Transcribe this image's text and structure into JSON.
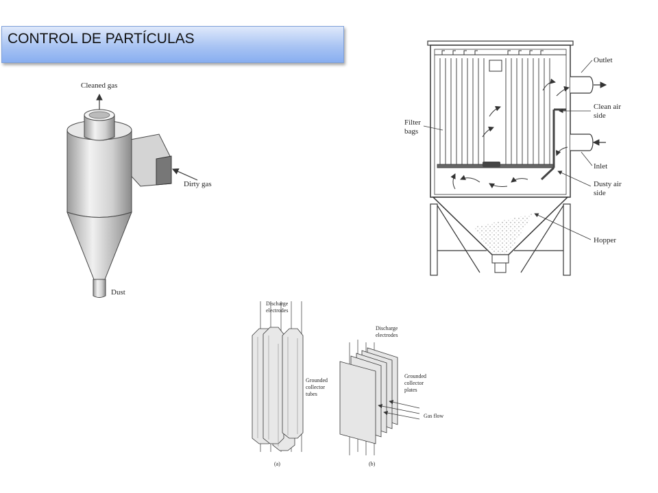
{
  "slide": {
    "title": "CONTROL DE PARTÍCULAS"
  },
  "cyclone": {
    "labels": {
      "cleaned_gas": "Cleaned gas",
      "dirty_gas": "Dirty gas",
      "dust": "Dust"
    }
  },
  "baghouse": {
    "labels": {
      "outlet": "Outlet",
      "clean_air_1": "Clean air",
      "clean_air_2": "side",
      "filter_1": "Filter",
      "filter_2": "bags",
      "inlet": "Inlet",
      "dusty_air_1": "Dusty air",
      "dusty_air_2": "side",
      "hopper": "Hopper"
    }
  },
  "precipitator": {
    "labels": {
      "a_discharge_1": "Discharge",
      "a_discharge_2": "electrodes",
      "a_grounded_1": "Grounded",
      "a_grounded_2": "collector",
      "a_grounded_3": "tubes",
      "b_discharge_1": "Discharge",
      "b_discharge_2": "electrodes",
      "b_grounded_1": "Grounded",
      "b_grounded_2": "collector",
      "b_grounded_3": "plates",
      "gas_flow": "Gas flow",
      "caption_a": "(a)",
      "caption_b": "(b)"
    }
  }
}
